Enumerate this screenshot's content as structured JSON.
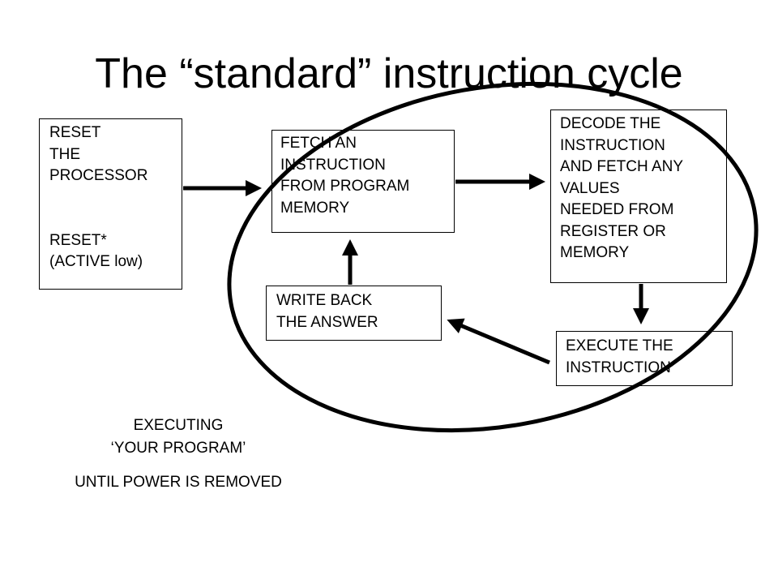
{
  "title": "The “standard” instruction cycle",
  "boxes": {
    "reset": {
      "lines": [
        "RESET",
        "THE",
        "PROCESSOR"
      ],
      "signal_lines": [
        "RESET*",
        "(ACTIVE low)"
      ]
    },
    "fetch": {
      "lines": [
        "FETCH AN",
        "INSTRUCTION",
        "FROM PROGRAM",
        "MEMORY"
      ]
    },
    "decode": {
      "lines": [
        "DECODE THE",
        "INSTRUCTION",
        "AND FETCH ANY",
        "VALUES",
        "NEEDED FROM",
        "REGISTER OR",
        "MEMORY"
      ]
    },
    "write": {
      "lines": [
        "WRITE BACK",
        "THE ANSWER"
      ]
    },
    "execute": {
      "lines": [
        "EXECUTE THE",
        "INSTRUCTION"
      ]
    }
  },
  "captions": {
    "executing": "EXECUTING",
    "program": "‘YOUR PROGRAM’",
    "until": "UNTIL POWER IS REMOVED"
  },
  "colors": {
    "stroke": "#000000",
    "background": "#ffffff"
  }
}
